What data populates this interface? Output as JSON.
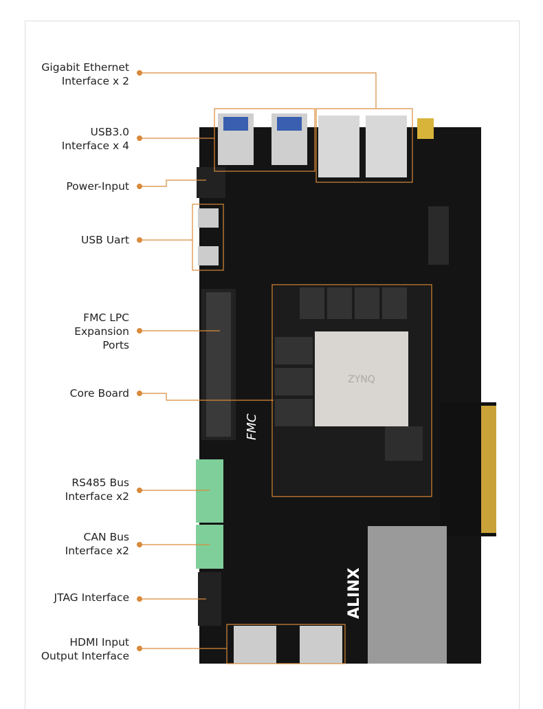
{
  "colors": {
    "accent": "#d98a3a",
    "board": "#141414",
    "metal": "#c9c9c9"
  },
  "labels": [
    {
      "id": "ethernet",
      "line1": "Gigabit Ethernet",
      "line2": "Interface x 2"
    },
    {
      "id": "usb3",
      "line1": "USB3.0",
      "line2": "Interface x 4"
    },
    {
      "id": "power",
      "line1": "Power-Input",
      "line2": ""
    },
    {
      "id": "uart",
      "line1": "USB Uart",
      "line2": ""
    },
    {
      "id": "fmc",
      "line1": "FMC LPC",
      "line2": "Expansion",
      "line3": "Ports"
    },
    {
      "id": "core",
      "line1": "Core Board",
      "line2": ""
    },
    {
      "id": "rs485",
      "line1": "RS485 Bus",
      "line2": "Interface x2"
    },
    {
      "id": "can",
      "line1": "CAN Bus",
      "line2": "Interface x2"
    },
    {
      "id": "jtag",
      "line1": "JTAG Interface",
      "line2": ""
    },
    {
      "id": "hdmi",
      "line1": "HDMI Input",
      "line2": "Output Interface"
    }
  ],
  "board": {
    "brand": "ALINX",
    "fmc_mark": "FMC",
    "chip_text": "ZYNQ"
  }
}
